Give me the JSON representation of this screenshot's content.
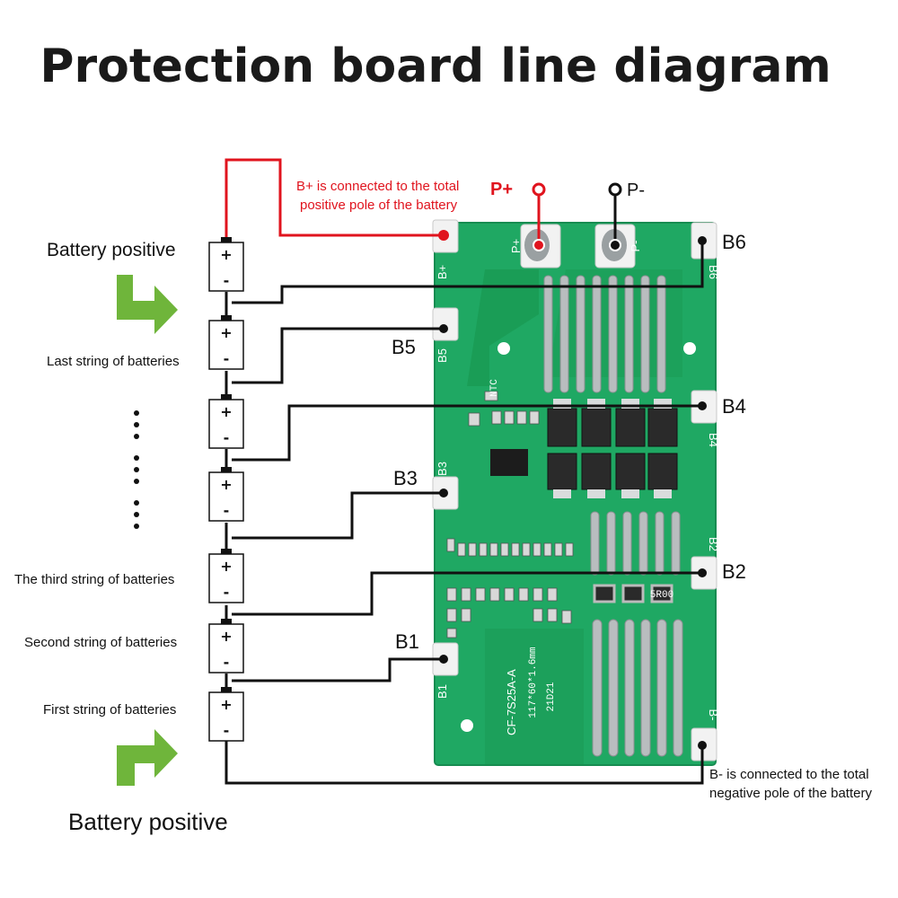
{
  "title": "Protection board line diagram",
  "left_labels": {
    "battery_positive_top": "Battery positive",
    "last_string": "Last string of batteries",
    "third_string": "The third string of batteries",
    "second_string": "Second string of batteries",
    "first_string": "First string of batteries",
    "battery_positive_bottom": "Battery positive"
  },
  "notes": {
    "bplus_line1": "B+ is connected to the total",
    "bplus_line2": "positive pole of the battery",
    "bminus_line1": "B- is connected to the total",
    "bminus_line2": "negative pole of the battery"
  },
  "taps": {
    "b1": "B1",
    "b2": "B2",
    "b3": "B3",
    "b4": "B4",
    "b5": "B5",
    "b6": "B6"
  },
  "output_pins": {
    "p_plus": "P+",
    "p_minus": "P-"
  },
  "cell_signs": {
    "plus": "+",
    "minus": "-"
  },
  "board_silk": {
    "bplus": "B+",
    "b1": "B1",
    "b2": "B2",
    "b3": "B3",
    "b4": "B4",
    "b5": "B5",
    "b6": "B6",
    "bminus": "B-",
    "p_plus": "P+",
    "p_minus": "P-",
    "model": "CF-7S25A-A",
    "size": "117*60*1.6mm",
    "date": "21D21",
    "ntc": "NTC",
    "r_value": "5R00"
  },
  "colors": {
    "board": "#1fa863",
    "wire_red": "#e0141e",
    "arrow": "#6fb53b"
  },
  "icons": {
    "arrow": "green-bent-arrow-icon",
    "dots": "ellipsis-dots-icon"
  }
}
